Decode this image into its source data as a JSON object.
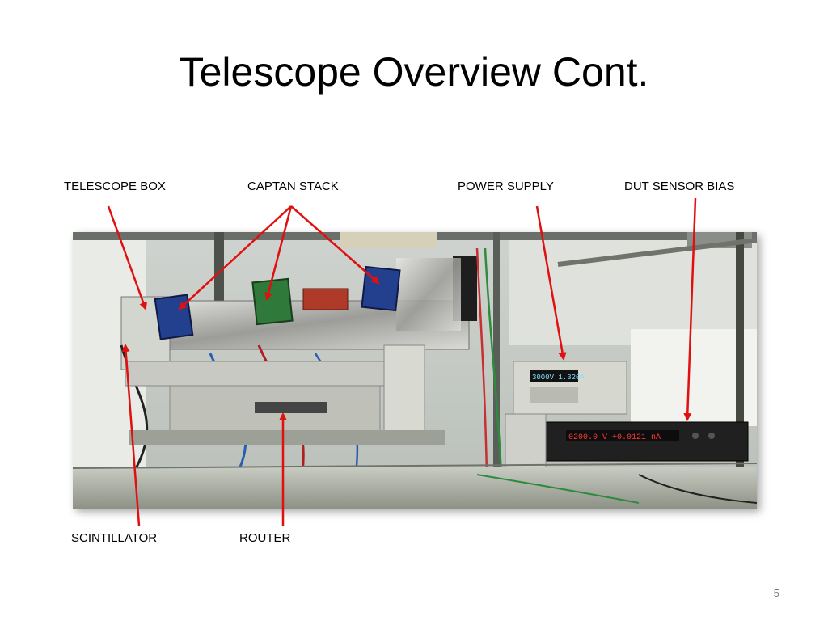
{
  "slide": {
    "title": "Telescope Overview Cont.",
    "page_number": "5"
  },
  "labels": {
    "telescope_box": "TELESCOPE BOX",
    "captan_stack": "CAPTAN STACK",
    "power_supply": "POWER SUPPLY",
    "dut_sensor_bias": "DUT SENSOR BIAS",
    "scintillator": "SCINTILLATOR",
    "router": "ROUTER"
  },
  "photo": {
    "power_supply_display": "3000V  1.320A",
    "bias_display": "0200.0 V  +0.0121 nA"
  },
  "colors": {
    "arrow": "#e01010",
    "captan_board_blue": "#23408f",
    "captan_board_green": "#2f7a3a"
  }
}
